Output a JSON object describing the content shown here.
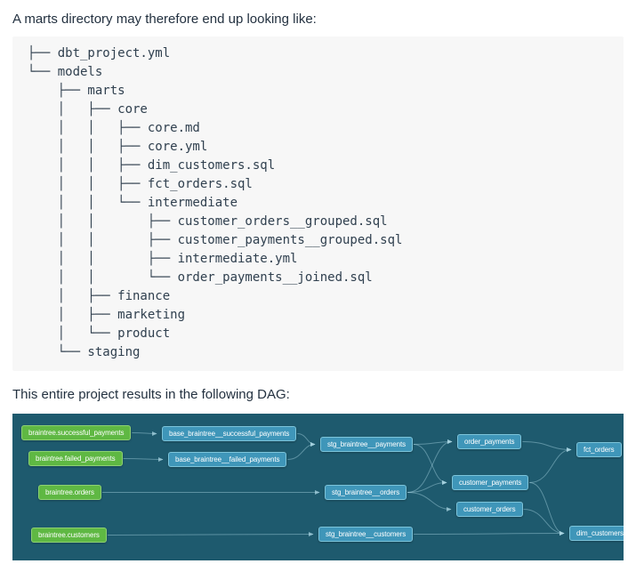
{
  "intro_text": "A marts directory may therefore end up looking like:",
  "code_block": {
    "text": "├── dbt_project.yml\n└── models\n    ├── marts\n    │   ├── core\n    │   │   ├── core.md\n    │   │   ├── core.yml\n    │   │   ├── dim_customers.sql\n    │   │   ├── fct_orders.sql\n    │   │   └── intermediate\n    │   │       ├── customer_orders__grouped.sql\n    │   │       ├── customer_payments__grouped.sql\n    │   │       ├── intermediate.yml\n    │   │       └── order_payments__joined.sql\n    │   ├── finance\n    │   ├── marketing\n    │   └── product\n    └── staging"
  },
  "dag_intro_text": "This entire project results in the following DAG:",
  "dag": {
    "background_color": "#1e5a6e",
    "source_node_color": "#5fb843",
    "model_node_color": "#3f96b9",
    "edge_color": "#a8d4e2",
    "nodes": [
      {
        "id": "braintree.successful_payments",
        "label": "braintree.successful_payments",
        "type": "source"
      },
      {
        "id": "base_braintree__successful_payments",
        "label": "base_braintree__successful_payments",
        "type": "model"
      },
      {
        "id": "braintree.failed_payments",
        "label": "braintree.failed_payments",
        "type": "source"
      },
      {
        "id": "base_braintree__failed_payments",
        "label": "base_braintree__failed_payments",
        "type": "model"
      },
      {
        "id": "stg_braintree__payments",
        "label": "stg_braintree__payments",
        "type": "model"
      },
      {
        "id": "order_payments",
        "label": "order_payments",
        "type": "model"
      },
      {
        "id": "fct_orders",
        "label": "fct_orders",
        "type": "model"
      },
      {
        "id": "braintree.orders",
        "label": "braintree.orders",
        "type": "source"
      },
      {
        "id": "stg_braintree__orders",
        "label": "stg_braintree__orders",
        "type": "model"
      },
      {
        "id": "customer_payments",
        "label": "customer_payments",
        "type": "model"
      },
      {
        "id": "customer_orders",
        "label": "customer_orders",
        "type": "model"
      },
      {
        "id": "braintree.customers",
        "label": "braintree.customers",
        "type": "source"
      },
      {
        "id": "stg_braintree__customers",
        "label": "stg_braintree__customers",
        "type": "model"
      },
      {
        "id": "dim_customers",
        "label": "dim_customers",
        "type": "model"
      }
    ],
    "edges": [
      [
        0,
        1
      ],
      [
        2,
        3
      ],
      [
        1,
        4
      ],
      [
        3,
        4
      ],
      [
        7,
        8
      ],
      [
        11,
        12
      ],
      [
        4,
        5
      ],
      [
        4,
        9
      ],
      [
        8,
        5
      ],
      [
        8,
        9
      ],
      [
        8,
        10
      ],
      [
        5,
        6
      ],
      [
        9,
        6
      ],
      [
        9,
        13
      ],
      [
        10,
        13
      ],
      [
        12,
        13
      ]
    ]
  }
}
